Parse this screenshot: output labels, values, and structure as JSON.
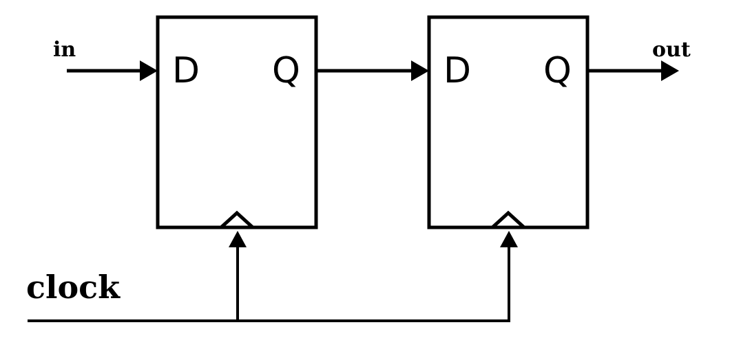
{
  "diagram": {
    "signals": {
      "input": "in",
      "output": "out",
      "clock": "clock"
    },
    "flipflops": [
      {
        "d_label": "D",
        "q_label": "Q"
      },
      {
        "d_label": "D",
        "q_label": "Q"
      }
    ],
    "colors": {
      "stroke": "#000000",
      "background": "#ffffff"
    }
  }
}
